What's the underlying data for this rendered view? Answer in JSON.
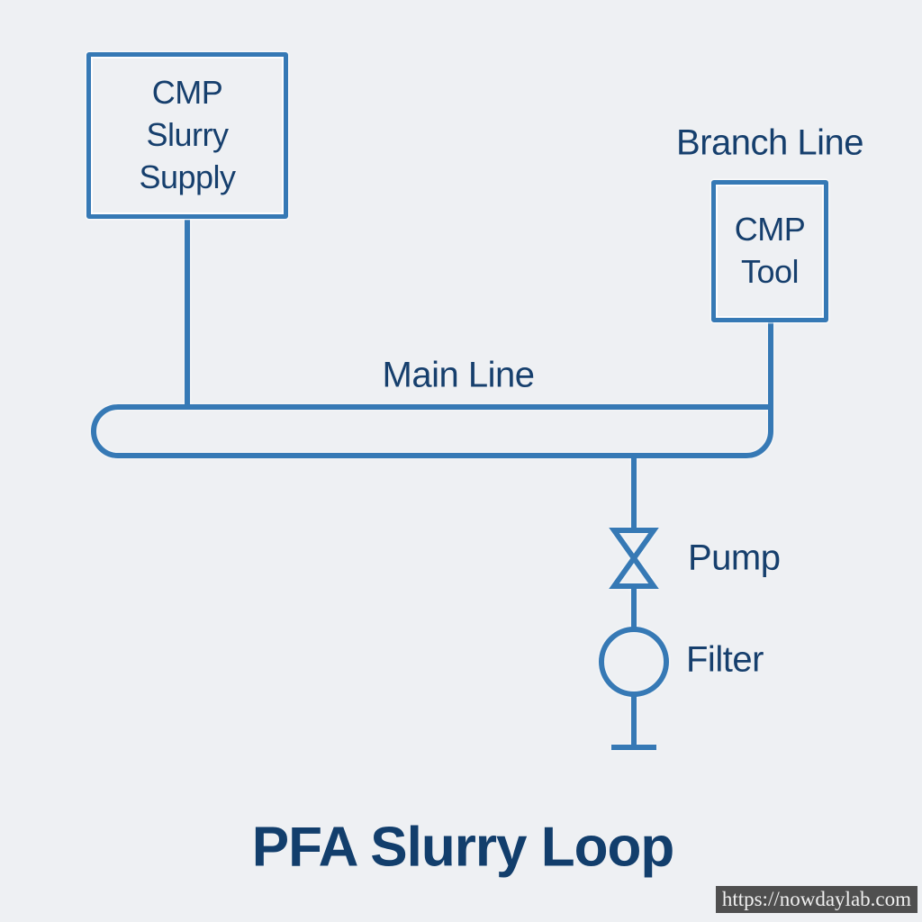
{
  "diagram": {
    "title": "PFA Slurry Loop",
    "nodes": {
      "supply": {
        "label": "CMP\nSlurry\nSupply"
      },
      "tool": {
        "label": "CMP\nTool"
      }
    },
    "labels": {
      "branch_line": "Branch Line",
      "main_line": "Main Line",
      "pump": "Pump",
      "filter": "Filter"
    },
    "colors": {
      "pipe": "#3679b5",
      "ink": "#163f6d",
      "title_ink": "#123e6c",
      "bg": "#eef0f3",
      "watermark_bg": "#4f4f4f",
      "watermark_text": "#efefef"
    }
  },
  "watermark": {
    "url_text": "https://nowdaylab.com"
  }
}
